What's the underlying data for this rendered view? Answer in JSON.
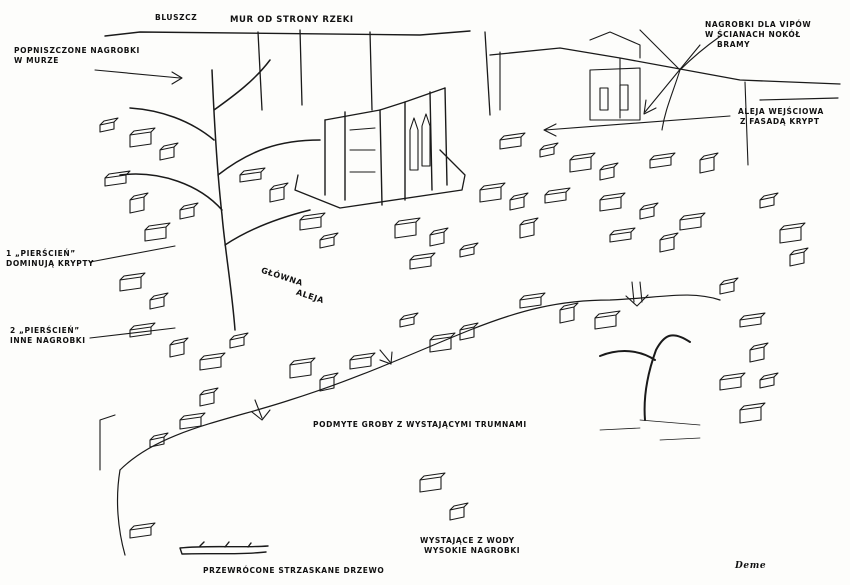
{
  "labels": {
    "bluszcz": "BLUSZCZ",
    "mur_rzeki": "MUR OD STRONY RZEKI",
    "nagrobki_vipow": [
      "NAGROBKI DLA VIPÓW",
      "W ŚCIANACH NOKÓŁ",
      "BRAMY"
    ],
    "zniszczone": [
      "POPNISZCZONE NAGROBKI",
      "W MURZE"
    ],
    "aleja_wejsciowa": [
      "ALEJA WEJŚCIOWA",
      "Z FASADĄ KRYPT"
    ],
    "pierscien1": [
      "1 „PIERŚCIEŃ”",
      "DOMINUJĄ KRYPTY"
    ],
    "pierscien2": [
      "2 „PIERŚCIEŃ”",
      "INNE NAGROBKI"
    ],
    "glowna_aleja": [
      "GŁÓWNA",
      "ALEJA"
    ],
    "groby": "PODMYTE GROBY Z WYSTAJĄCYMI TRUMNAMI",
    "wystajace": [
      "WYSTAJĄCE Z WODY",
      "WYSOKIE NAGROBKI"
    ],
    "drzewo": "PRZEWRÓCONE STRZASKANE DRZEWO",
    "signature": "Deme"
  },
  "style": {
    "ink": "#1a1a1a",
    "paper": "#fdfdfb",
    "shade": "#5a5a5a"
  }
}
